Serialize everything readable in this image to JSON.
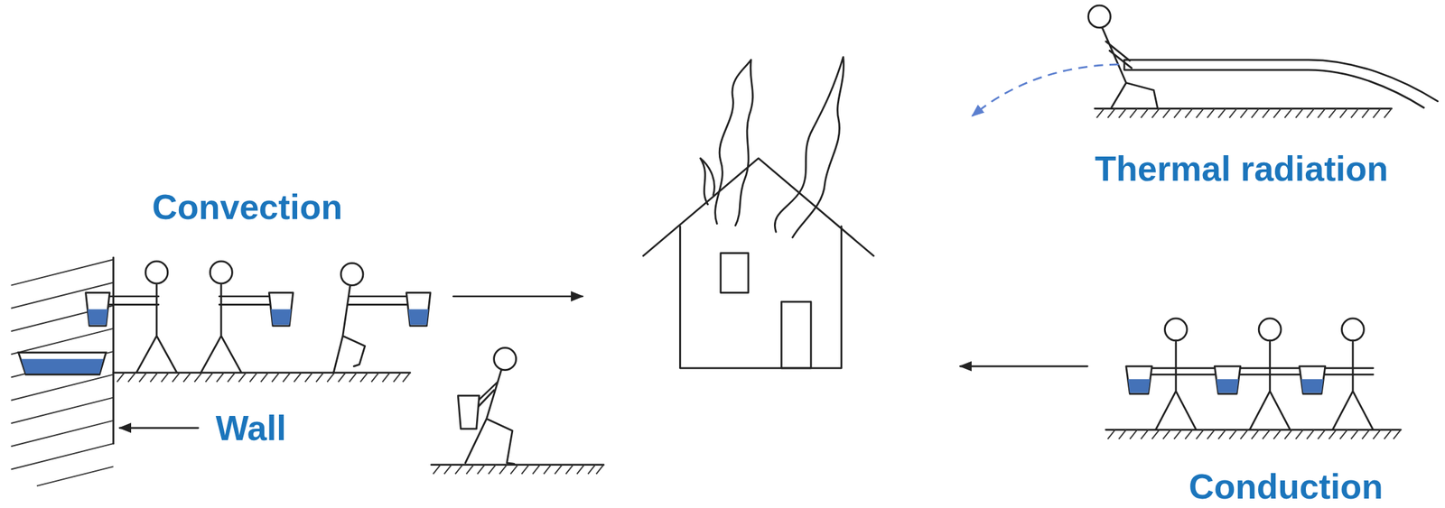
{
  "diagram": {
    "labels": [
      "Convection",
      "Wall",
      "Thermal radiation",
      "Conduction"
    ]
  }
}
